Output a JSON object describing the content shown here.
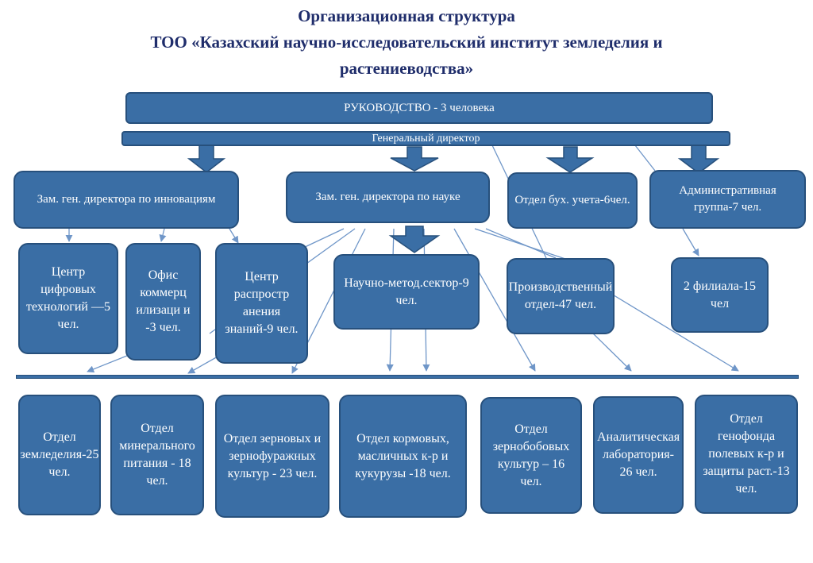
{
  "header": {
    "line1": "Организационная структура",
    "line2": "ТОО «Казахский научно-исследовательский институт земледелия и",
    "line3": "растениеводства»"
  },
  "management": {
    "label": "РУКОВОДСТВО - 3 человека",
    "director": "Генеральный директор"
  },
  "level1": {
    "innovation": "Зам. ген. директора по инновациям",
    "science": "Зам. ген. директора по науке",
    "accounting": "Отдел бух. учета-6чел.",
    "admin": "Административная группа-7 чел."
  },
  "level2": {
    "digital": "Центр цифровых технологий —5 чел.",
    "commerce": "Офис коммерц илизаци и -3 чел.",
    "knowledge": "Центр распростр анения знаний-9 чел.",
    "method": "Научно-метод.сектор-9 чел.",
    "production": "Производственный отдел-47 чел.",
    "branches": "2 филиала-15 чел"
  },
  "departments": {
    "farming": "Отдел земледелия-25 чел.",
    "mineral": "Отдел минерального питания - 18 чел.",
    "grain": "Отдел зерновых и зернофуражных культур - 23 чел.",
    "forage": "Отдел кормовых, масличных к-р и кукурузы -18 чел.",
    "legumes": "Отдел зернобобовых культур – 16 чел.",
    "lab": "Аналитическая лаборатория- 26 чел.",
    "genefund": "Отдел генофонда полевых к-р и защиты раст.-13 чел."
  },
  "colors": {
    "box_fill": "#3a6ea5",
    "box_border": "#27507c",
    "title": "#1f2d6b",
    "connector": "#6f96c8"
  }
}
